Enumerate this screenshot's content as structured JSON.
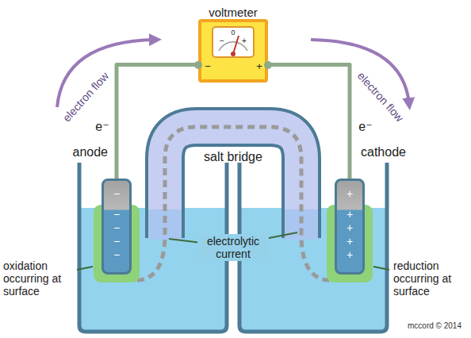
{
  "diagram": {
    "nodes": [
      {
        "text": [
          "voltmeter"
        ]
      },
      {
        "text": [
          "anode"
        ]
      },
      {
        "text": [
          "salt bridge"
        ]
      },
      {
        "text": [
          "cathode"
        ]
      }
    ],
    "edges": [
      {
        "from": 1,
        "to": 0,
        "arrow": "none"
      },
      {
        "from": 0,
        "to": 3,
        "arrow": "none"
      }
    ],
    "labels": [
      "electron flow",
      "electron flow",
      "e⁻",
      "e⁻",
      "0",
      "−",
      "+",
      "−",
      "+",
      "−",
      "−",
      "−",
      "−",
      "−",
      "+",
      "+",
      "+",
      "+",
      "+",
      "electrolytic current",
      "oxidation occurring at surface",
      "reduction occurring at surface",
      "mccord © 2014"
    ]
  }
}
